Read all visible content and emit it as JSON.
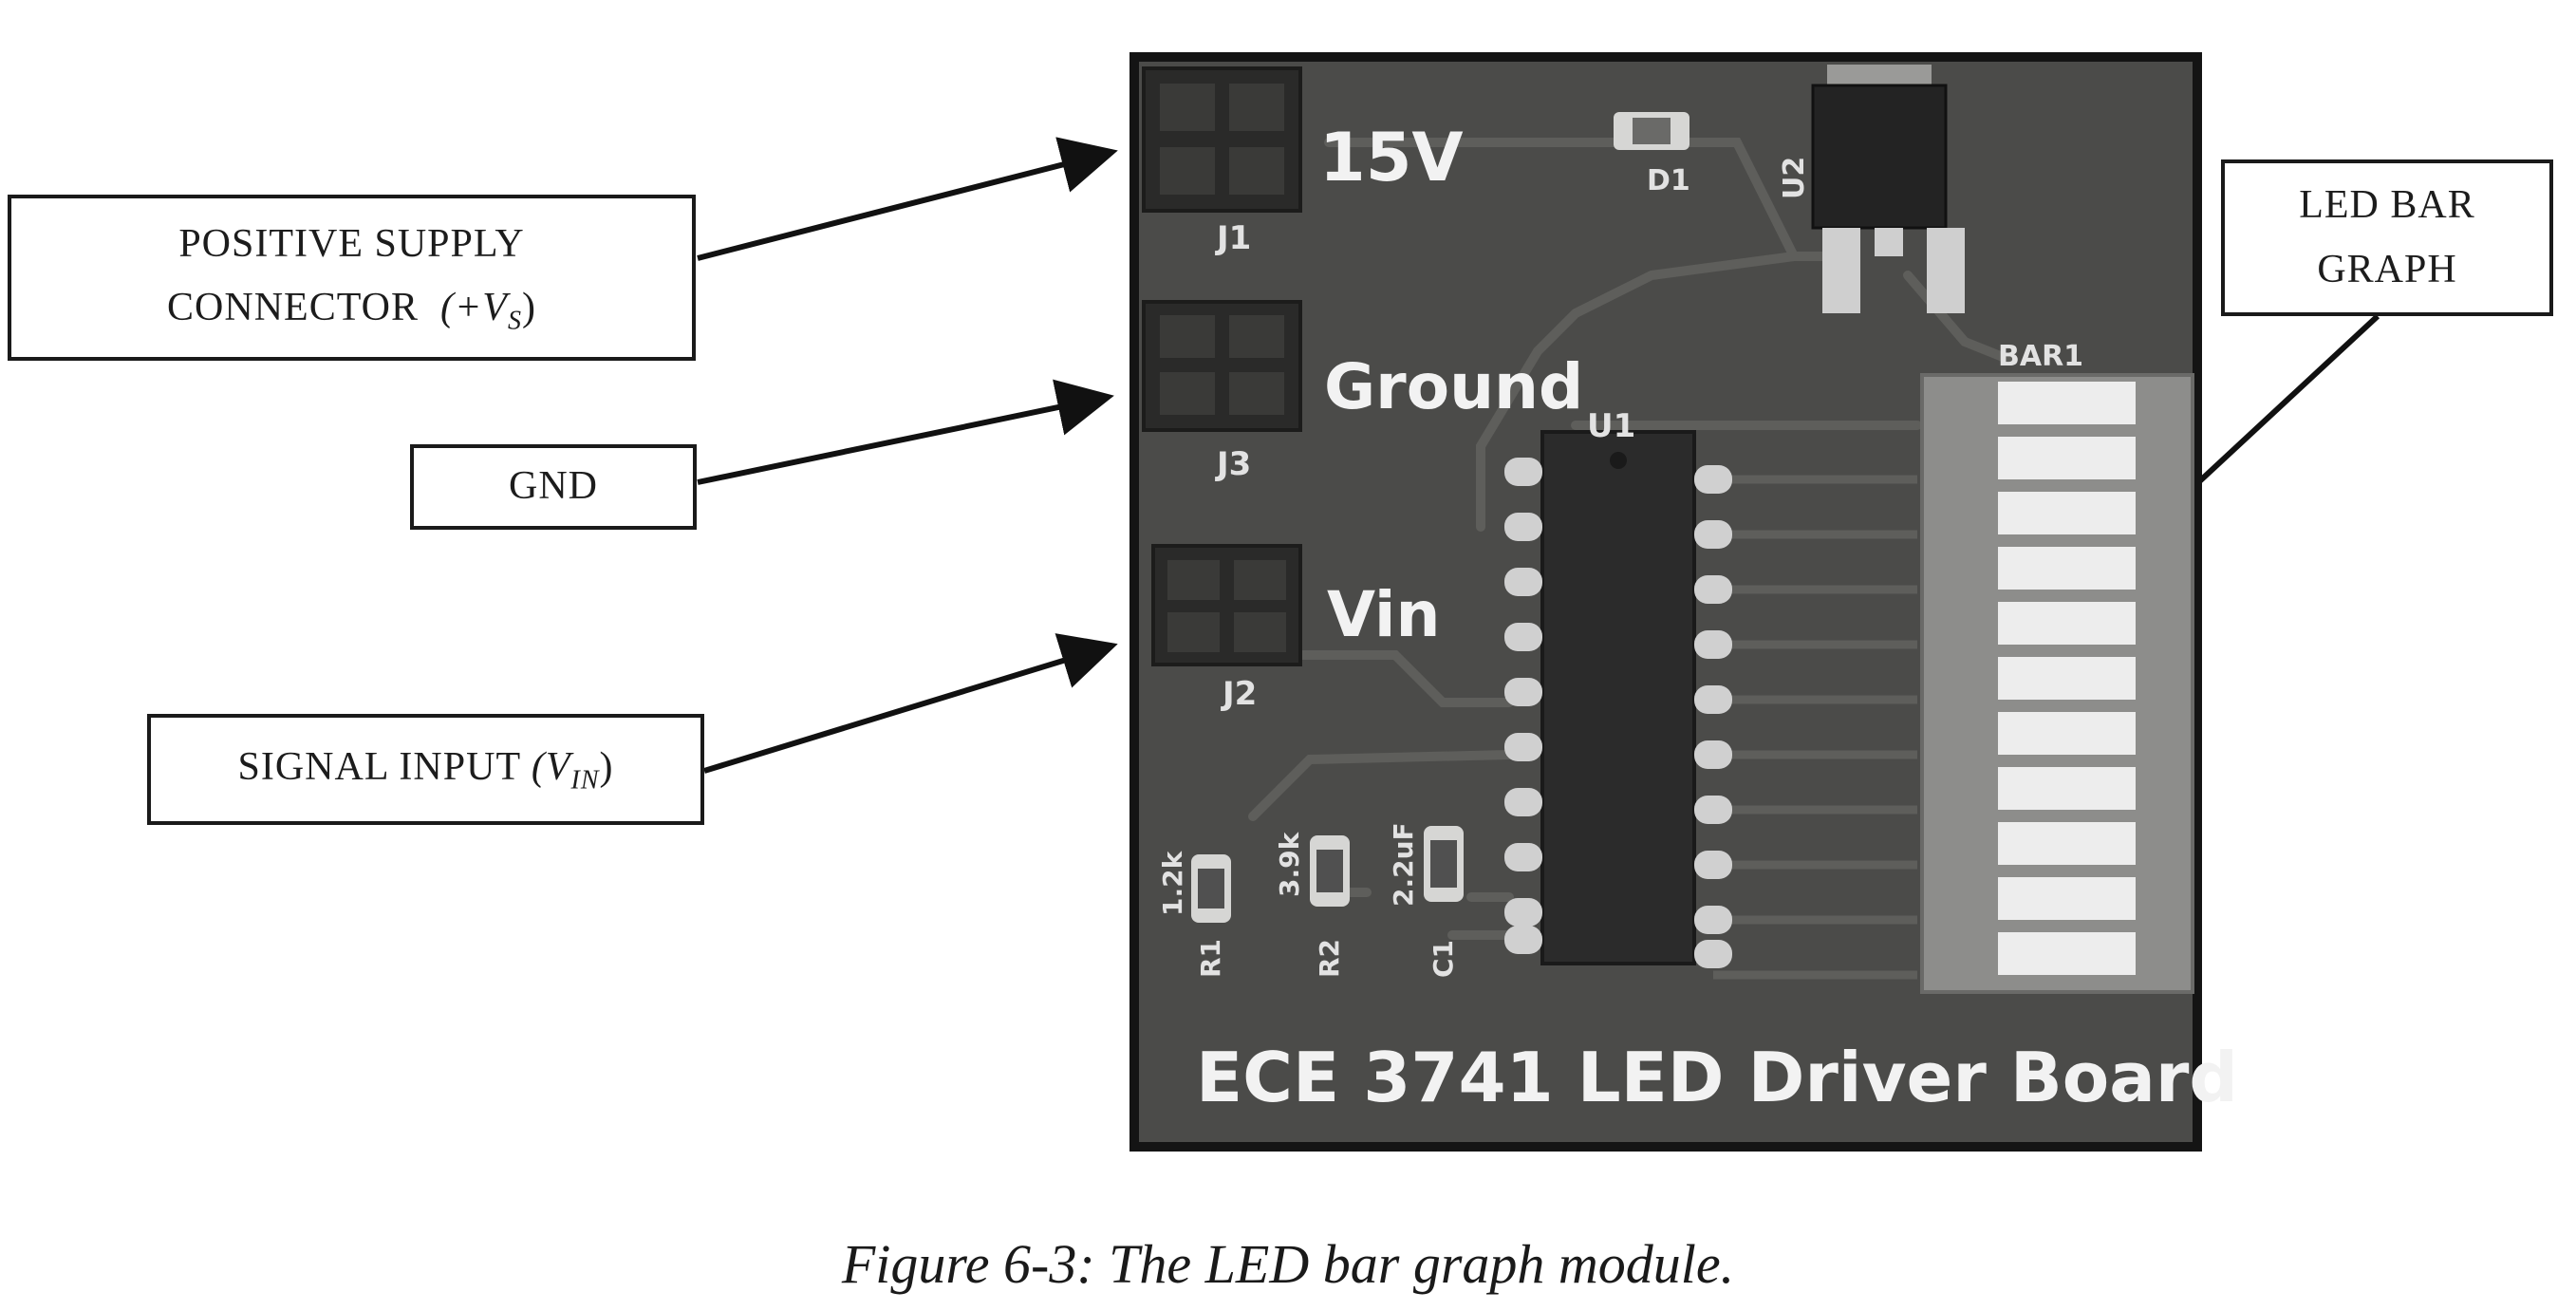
{
  "callouts": {
    "supply": {
      "line1": "POSITIVE SUPPLY",
      "line2_prefix": "CONNECTOR",
      "line2_math": "(+V",
      "line2_sub": "S",
      "line2_end": ")"
    },
    "gnd": {
      "label": "GND"
    },
    "signal": {
      "prefix": "SIGNAL INPUT",
      "math": "(V",
      "sub": "IN",
      "end": ")"
    },
    "led_bar": {
      "line1": "LED BAR",
      "line2": "GRAPH"
    }
  },
  "board": {
    "label_15v": "15V",
    "label_ground": "Ground",
    "label_vin": "Vin",
    "title": "ECE 3741 LED Driver Board",
    "refs": {
      "j1": "J1",
      "j2": "J2",
      "j3": "J3",
      "d1": "D1",
      "u2": "U2",
      "u1": "U1",
      "bar1": "BAR1",
      "r1": "R1",
      "r2": "R2",
      "c1": "C1",
      "r1_val": "1.2k",
      "r2_val": "3.9k",
      "c1_val": "2.2uF"
    }
  },
  "caption": "Figure 6-3: The LED bar graph module.",
  "colors": {
    "board": "#4b4b49",
    "silkscreen": "#f2f2f2",
    "trace": "#5e5e5b",
    "pad": "#cfcfcf",
    "led_segment": "#ededed"
  }
}
